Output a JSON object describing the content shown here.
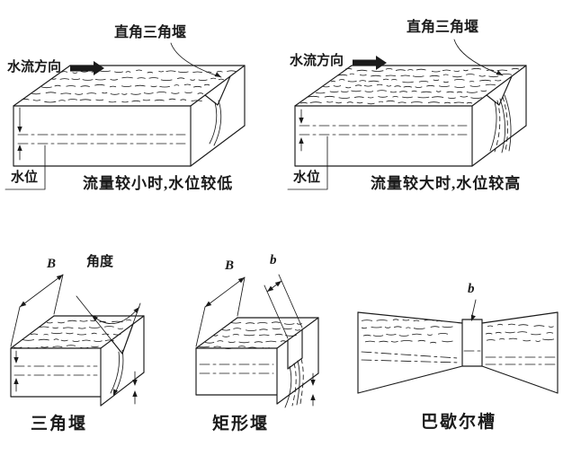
{
  "page": {
    "background": "#ffffff",
    "ink": "#1a1a1a"
  },
  "top_left": {
    "weir_label": "直角三角堰",
    "flow_label": "水流方向",
    "level_label": "水位",
    "caption": "流量较小时,水位较低"
  },
  "top_right": {
    "weir_label": "直角三角堰",
    "flow_label": "水流方向",
    "level_label": "水位",
    "caption": "流量较大时,水位较高"
  },
  "bottom_left": {
    "width_label": "B",
    "angle_label": "角度",
    "caption": "三角堰"
  },
  "bottom_middle": {
    "width_label": "B",
    "notch_label": "b",
    "caption": "矩形堰"
  },
  "bottom_right": {
    "throat_label": "b",
    "caption": "巴歇尔槽"
  }
}
